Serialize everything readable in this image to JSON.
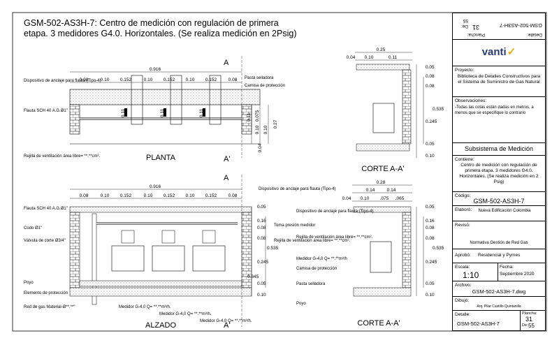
{
  "title": "GSM-502-AS3H-7: Centro de medición con regulación de primera etapa. 3 medidores G4.0. Horizontales. (Se realiza medición en 2Psig)",
  "views": {
    "planta": "PLANTA",
    "alzado": "ALZADO",
    "corte1": "CORTE A-A'",
    "corte2": "CORTE A-A'",
    "sec_a": "A",
    "sec_a_prime": "A'"
  },
  "planta_dims": {
    "total": "0.916",
    "parts": [
      "0.08",
      "0.10",
      "0.152",
      "0.10",
      "0.152",
      "0.10",
      "0.152",
      "0.08"
    ],
    "right_v": [
      "0.11",
      "0.075",
      "0.10",
      "0.10",
      "0.27"
    ],
    "bottom_v": "0.04",
    "mid_v": [
      "0.11",
      "0.11",
      "0.11"
    ]
  },
  "planta_labels": {
    "anclaje": "Dispositivo de anclaje para flauta (Tipo-4)",
    "pasta": "Pasta selladora",
    "camisa": "Camisa de protección",
    "flauta": "Flauta SCH 40 A.G.Ø1\"",
    "rejilla": "Rejilla de ventilación área libre= **.**cm²."
  },
  "alzado_dims": {
    "total": "0.916",
    "parts": [
      "0.08",
      "0.10",
      "0.152",
      "0.10",
      "0.152",
      "0.10",
      "0.152",
      "0.08"
    ],
    "right_v": [
      "0.05",
      "0.16",
      "0.08",
      "0.08",
      "0.535",
      "0.245",
      "0.345",
      "0.05",
      "0.10"
    ]
  },
  "alzado_labels": {
    "anclaje": "Dispositivo de anclaje para flauta (Tipo-4)",
    "flauta": "Flauta SCH 40 A.G.Ø1\"",
    "codo": "Codo Ø1\"",
    "valvula": "Válvula de corte Ø3/4\"",
    "toma": "Toma presión medidor",
    "rejilla": "Rejilla de ventilación área libre= **.**cm².",
    "poyo": "Poyo",
    "elemento": "Elemento de protección",
    "redgas": "Red de gas Material-Ø**.**\"",
    "medidor1": "Medidor G-4,0 Q= **.**m³/h.",
    "medidor2": "Medidor G-4,0 Q= **.**m³/h.",
    "medidor3": "Medidor G-4,0 Q= **.**m³/h."
  },
  "corte1_dims": {
    "top": "0.25",
    "parts": [
      "0.04",
      "0.10",
      "0.11"
    ],
    "right_v": [
      "0.05",
      "0.08",
      "0.08",
      "0.535",
      "0.245",
      "0.05",
      "0.10"
    ]
  },
  "corte2_dims": {
    "top": "0.28",
    "mid": [
      "0.14",
      "0.14"
    ],
    "parts": [
      "0.04",
      "0.10",
      ".075",
      ".065"
    ],
    "right_v": [
      "0.05",
      "0.16",
      "0.08",
      "0.08",
      "0.535",
      "0.245",
      "0.05",
      "0.10"
    ]
  },
  "corte2_labels": {
    "anclaje": "Dispositivo de anclaje para flauta (Tipo-4)",
    "rejilla": "Rejilla de ventilación área libre= **.**cm².",
    "medidor": "Medidor G-4,0 Q= **.**m³/h",
    "camisa": "Camisa de protección",
    "pasta": "Pasta selladora",
    "poyo": "Poyo"
  },
  "titleblock": {
    "top_code": "GSM-502-AS3H-7",
    "top_detalle": "Detalle:",
    "top_plancha_label": "Plancha:",
    "top_plancha": "31",
    "top_de": "De:",
    "top_de_val": "55",
    "brand": "vanti",
    "proyecto_label": "Proyecto:",
    "proyecto": "Biblioteca de Detalles Constructivos para el Sistema de Suministro de Gas Natural",
    "obs_label": "Observaciones:",
    "obs": "-Todas las cotas están dadas en metros, a menos que se especifique lo contrario",
    "subsistema": "Subsistema de Medición",
    "contiene_label": "Contiene:",
    "contiene": "Centro de medición con regulación de primera etapa. 3 medidores G4.0. Horizontales. (Se realiza medición en 2 Psig)",
    "codigo_label": "Código:",
    "codigo": "GSM-502-AS3H-7",
    "elaboro_label": "Elaboró:",
    "elaboro": "Nueva Edificación Colombia",
    "reviso_label": "Revisó:",
    "reviso": "Normativa Gestión de Red Gas",
    "aprobo_label": "Aprobó:",
    "aprobo": "Residencial y Pymes",
    "escala_label": "Escala:",
    "escala": "1:10",
    "fecha_label": "Fecha:",
    "fecha": "Septiembre 2020",
    "archivo_label": "Archivo:",
    "archivo": "GSM-502-AS3H-7.dwg",
    "dibujo_label": "Dibujó:",
    "dibujo": "Arq. Pilar Castillo Quintanilla",
    "detalle_label": "Detalle:",
    "detalle": "GSM-502-AS3H-7",
    "plancha_label": "Plancha:",
    "plancha": "31",
    "de_label": "De:",
    "de": "55"
  }
}
